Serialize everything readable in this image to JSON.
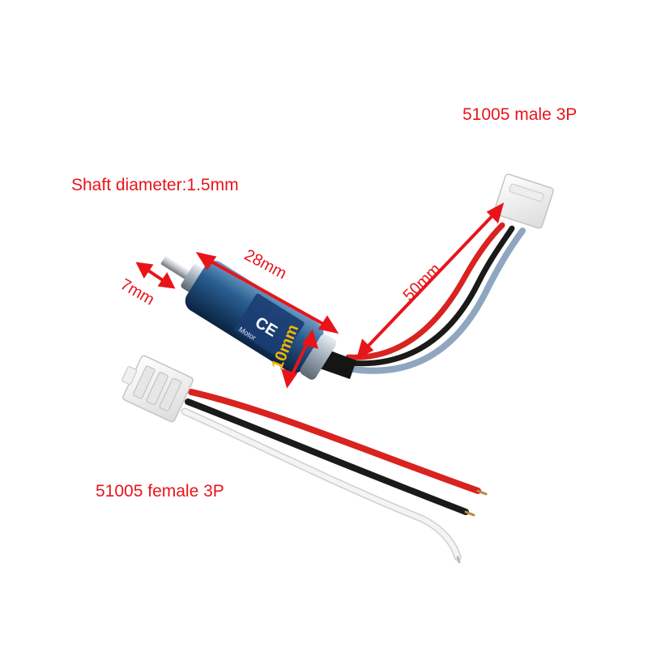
{
  "labels": {
    "male_connector": "51005 male 3P",
    "shaft_diameter": "Shaft diameter:1.5mm",
    "female_connector": "51005 female 3P"
  },
  "dimensions": {
    "body_length": "28mm",
    "shaft_length": "7mm",
    "body_diameter": "10mm",
    "lead_length": "50mm"
  },
  "motor_print": {
    "ce_mark": "CE",
    "brand_text": "Motor"
  },
  "colors": {
    "annotation": "#e8141a",
    "motor_body": "#1f4e7a",
    "wire_red": "#d8231f",
    "wire_black": "#1a1a1a",
    "wire_blue": "#8fa6c0",
    "wire_white": "#f2f2f2",
    "connector": "#f7f7f7"
  }
}
